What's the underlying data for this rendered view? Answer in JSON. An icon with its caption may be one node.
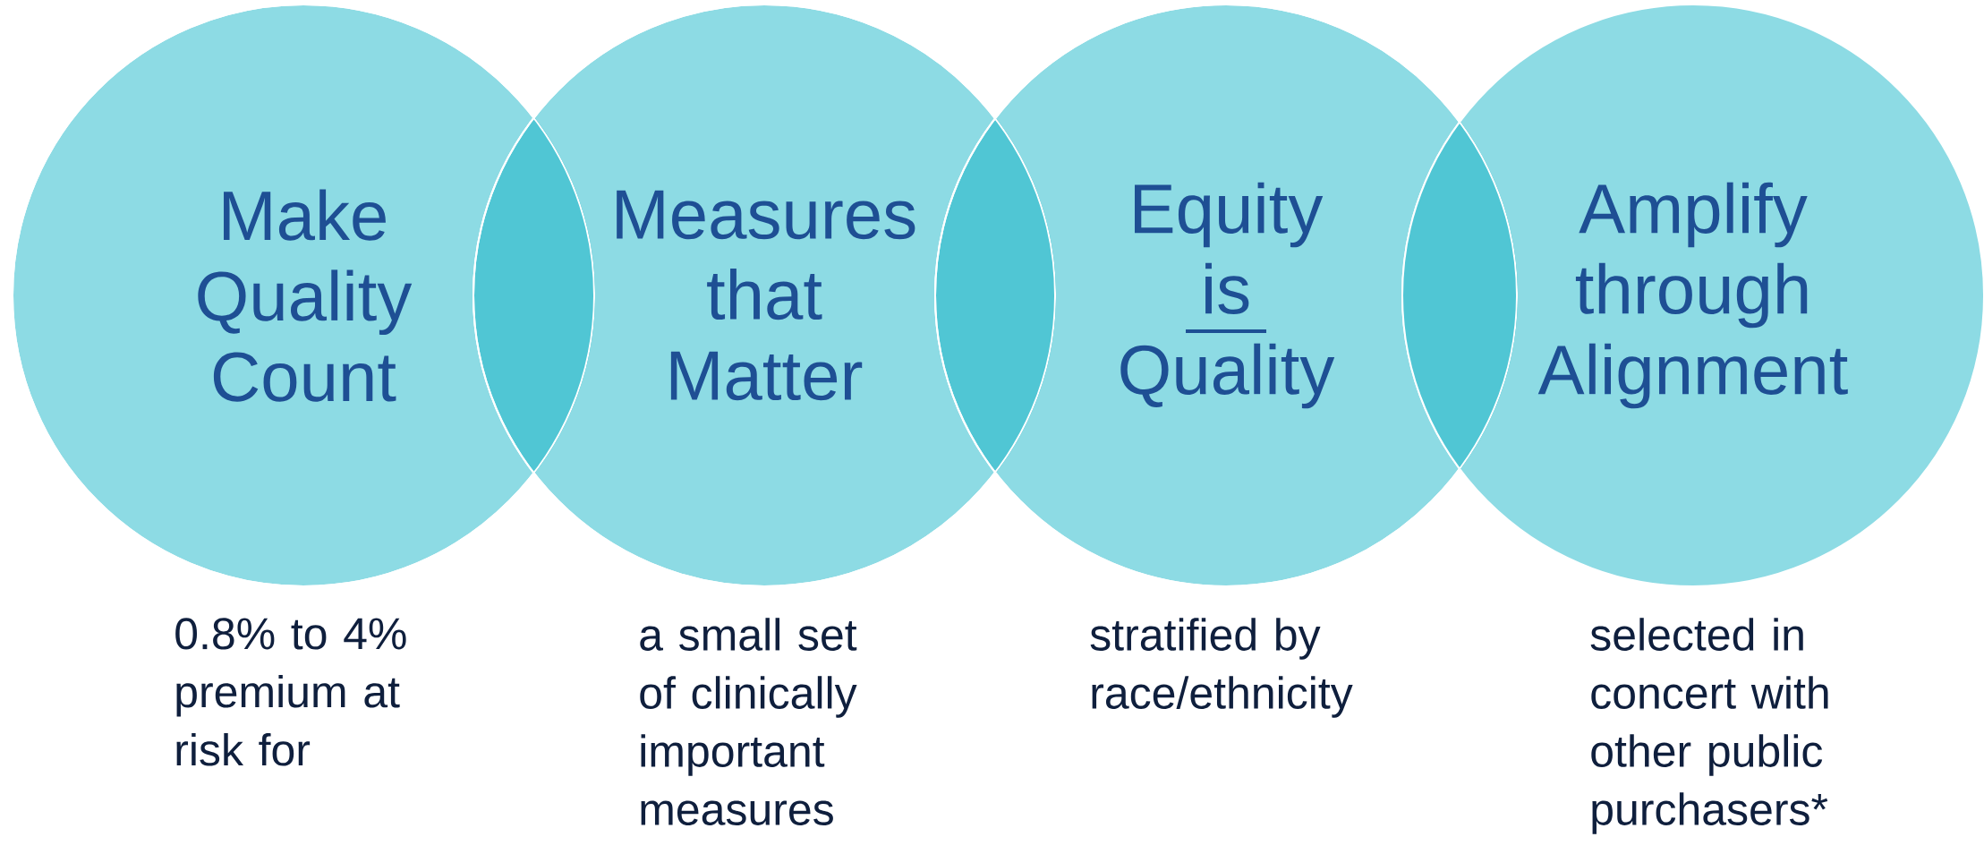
{
  "diagram": {
    "nodes": [
      {
        "text": [
          "Make Quality Count"
        ],
        "beside": [
          "0.8% to 4% premium at risk for"
        ]
      },
      {
        "text": [
          "Measures that Matter"
        ],
        "beside": [
          "a small set of clinically important measures"
        ]
      },
      {
        "text": [
          "Equity is Quality"
        ],
        "beside": [
          "stratified by race/ethnicity"
        ]
      },
      {
        "text": [
          "Amplify through Alignment"
        ],
        "beside": [
          "selected in concert with other public purchasers*"
        ]
      }
    ]
  }
}
